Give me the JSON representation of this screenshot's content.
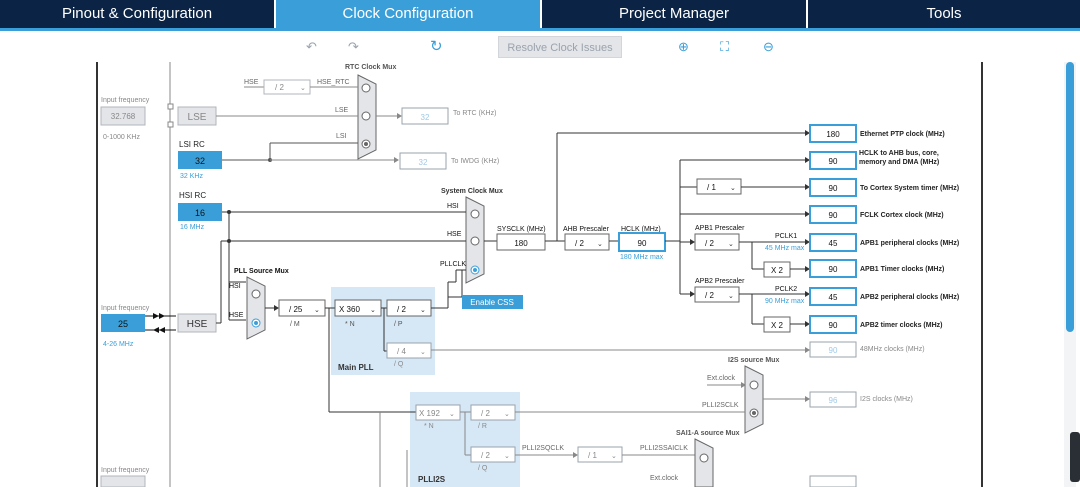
{
  "tabs": [
    "Pinout & Configuration",
    "Clock Configuration",
    "Project Manager",
    "Tools"
  ],
  "toolbar": {
    "undo_icon": "undo-icon",
    "redo_icon": "redo-icon",
    "reset_icon": "reset-icon",
    "resolve_label": "Resolve Clock Issues",
    "zoom_in_icon": "zoom-in-icon",
    "fit_icon": "fit-icon",
    "zoom_out_icon": "zoom-out-icon"
  },
  "colors": {
    "accent": "#3a9fd8",
    "nav": "#0b2345",
    "pll_bg": "#d6e7f5"
  },
  "diagram": {
    "input_freq_label": "Input frequency",
    "lse_input": "32.768",
    "lse_range": "0-1000 KHz",
    "lse": "LSE",
    "lsi_rc": "LSI RC",
    "lsi_val": "32",
    "lsi_unit": "32 KHz",
    "hsi_rc": "HSI RC",
    "hsi_val": "16",
    "hsi_unit": "16 MHz",
    "hse_input": "25",
    "hse_range": "4-26 MHz",
    "hse": "HSE",
    "rtc_mux": "RTC Clock Mux",
    "hse_div": "/ 2",
    "hse_label": "HSE",
    "hse_rtc": "HSE_RTC",
    "lse_label": "LSE",
    "lsi_label": "LSI",
    "rtc_val": "32",
    "to_rtc": "To RTC (KHz)",
    "iwdg_val": "32",
    "to_iwdg": "To IWDG (KHz)",
    "sys_mux": "System Clock Mux",
    "hsi_in": "HSI",
    "hse_in": "HSE",
    "pllclk_in": "PLLCLK",
    "sysclk_label": "SYSCLK (MHz)",
    "sysclk_val": "180",
    "ahb_label": "AHB Prescaler",
    "ahb_val": "/ 2",
    "hclk_label": "HCLK (MHz)",
    "hclk_val": "90",
    "hclk_max": "180 MHz max",
    "enable_css": "Enable CSS",
    "pll_src_mux": "PLL Source Mux",
    "pll_hsi": "HSI",
    "pll_hse": "HSE",
    "pll_m": "/ 25",
    "m_label": "/ M",
    "pll_n": "X 360",
    "n_label": "* N",
    "pll_p": "/ 2",
    "p_label": "/ P",
    "pll_q": "/ 4",
    "q_label": "/ Q",
    "main_pll": "Main PLL",
    "apb1_label": "APB1 Prescaler",
    "apb1_val": "/ 2",
    "pclk1": "PCLK1",
    "pclk1_max": "45 MHz max",
    "x2_a": "X 2",
    "apb2_label": "APB2 Prescaler",
    "apb2_val": "/ 2",
    "pclk2": "PCLK2",
    "pclk2_max": "90 MHz max",
    "x2_b": "X 2",
    "cortex_div": "/ 1",
    "outputs": [
      {
        "val": "180",
        "label": "Ethernet PTP clock (MHz)"
      },
      {
        "val": "90",
        "label": "HCLK to AHB bus, core, memory and DMA (MHz)"
      },
      {
        "val": "90",
        "label": "To Cortex System timer (MHz)"
      },
      {
        "val": "90",
        "label": "FCLK Cortex clock (MHz)"
      },
      {
        "val": "45",
        "label": "APB1 peripheral clocks (MHz)"
      },
      {
        "val": "90",
        "label": "APB1 Timer clocks (MHz)"
      },
      {
        "val": "45",
        "label": "APB2 peripheral clocks (MHz)"
      },
      {
        "val": "90",
        "label": "APB2 timer clocks (MHz)"
      }
    ],
    "clk48_val": "90",
    "clk48_label": "48MHz clocks (MHz)",
    "i2s_mux": "I2S source Mux",
    "ext_clock": "Ext.clock",
    "plli2sclk": "PLLI2SCLK",
    "i2s_val": "96",
    "i2s_label": "I2S clocks (MHz)",
    "plli2s_n": "X 192",
    "plli2s_n_label": "* N",
    "plli2s_r": "/ 2",
    "plli2s_r_label": "/ R",
    "plli2s_q": "/ 2",
    "plli2s_q_label": "/ Q",
    "plli2s": "PLLI2S",
    "plli2sqclk": "PLLI2SQCLK",
    "div_1": "/ 1",
    "plli2ssaiclk": "PLLI2SSAICLK",
    "sai_mux": "SAI1-A source Mux",
    "ext_clock2": "Ext.clock"
  }
}
